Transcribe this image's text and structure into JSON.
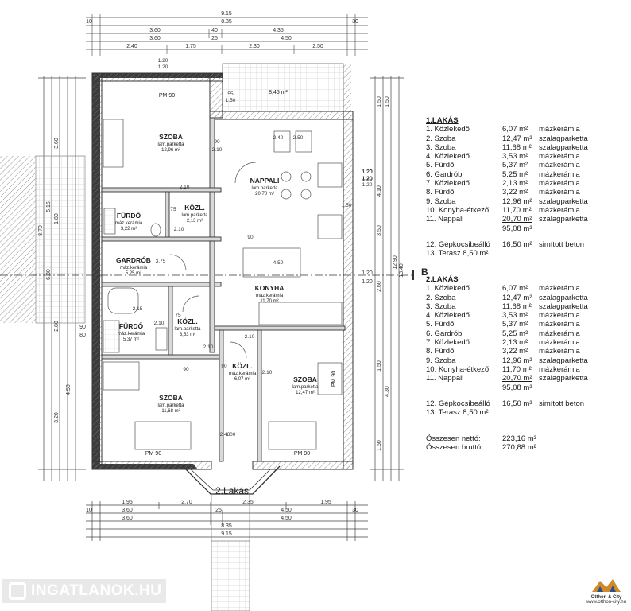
{
  "dims": {
    "top": [
      "9.15",
      "8.35",
      "3.60",
      "40",
      "4.35",
      "3.60",
      "25",
      "4.50",
      "2.40",
      "1.75",
      "2.30",
      "2.50",
      "10",
      "30"
    ],
    "bottom": [
      "1.95",
      "2.70",
      "2.35",
      "1.95",
      "3.60",
      "25",
      "4.50",
      "3.60",
      "4.50",
      "8.35",
      "9.15",
      "10",
      "30"
    ],
    "left": [
      "3.60",
      "5.15",
      "8.70",
      "1.80",
      "6.30",
      "2.80",
      "3.20",
      "4.50",
      "90",
      "80"
    ],
    "right": [
      "1.50",
      "1.50",
      "1.20",
      "4.10",
      "3.50",
      "2.60",
      "12.90",
      "13.40",
      "1.20",
      "1.20",
      "1.20",
      "1.50",
      "4.30",
      "1.50"
    ],
    "misc": [
      "1.20",
      "1.20",
      "55",
      "1.50",
      "1.20",
      "1.20",
      "90",
      "2.10",
      "2.40",
      "2.50",
      "1.20",
      "1.20",
      "75",
      "2.10",
      "2.10",
      "3.75",
      "4.50",
      "2.15",
      "75",
      "2.10",
      "2.10",
      "90",
      "2.10",
      "90",
      "2.10",
      "1.00",
      "2.40",
      "90",
      "1.50"
    ]
  },
  "rooms": [
    {
      "name": "SZOBA",
      "mat": "lam.parketta",
      "area": "12,96 m²"
    },
    {
      "name": "NAPPALI",
      "mat": "lam.parketta",
      "area": "20,70 m²"
    },
    {
      "name": "FÜRDŐ",
      "mat": "máz.kerámia",
      "area": "3,22 m²"
    },
    {
      "name": "KÖZL.",
      "mat": "lam.parketta",
      "area": "2,13 m²"
    },
    {
      "name": "GARDRÓB",
      "mat": "máz.kerámia",
      "area": "5,25 m²"
    },
    {
      "name": "KONYHA",
      "mat": "máz.kerámia",
      "area": "11,70 m²"
    },
    {
      "name": "FÜRDŐ",
      "mat": "máz.kerámia",
      "area": "5,37 m²"
    },
    {
      "name": "KÖZL.",
      "mat": "lam.parketta",
      "area": "3,53 m²"
    },
    {
      "name": "KÖZL.",
      "mat": "máz.kerámia",
      "area": "6,07 m²"
    },
    {
      "name": "SZOBA",
      "mat": "lam.parketta",
      "area": "12,47 m²"
    },
    {
      "name": "SZOBA",
      "mat": "lam.parketta",
      "area": "11,68 m²"
    }
  ],
  "plan_labels": {
    "pm_top": "PM 90",
    "pm_bl": "PM 90",
    "pm_br": "PM 90",
    "terrace_area": "8,45 m²",
    "lakas2": "2.Lakás",
    "section_mark": "B",
    "pm_r": "PM 90"
  },
  "table1": {
    "title": "1.LAKÁS",
    "rows": [
      [
        "1. Közlekedő",
        "6,07 m²",
        "mázkerámia"
      ],
      [
        "2. Szoba",
        "12,47 m²",
        "szalagparketta"
      ],
      [
        "3. Szoba",
        "11,68 m²",
        "szalagparketta"
      ],
      [
        "4. Közlekedő",
        "3,53 m²",
        "mázkerámia"
      ],
      [
        "5. Fürdő",
        "5,37 m²",
        "mázkerámia"
      ],
      [
        "6. Gardrób",
        "5,25 m²",
        "mázkerámia"
      ],
      [
        "7. Közlekedő",
        "2,13 m²",
        "mázkerámia"
      ],
      [
        "8. Fürdő",
        "3,22 m²",
        "mázkerámia"
      ],
      [
        "9. Szoba",
        "12,96 m²",
        "szalagparketta"
      ],
      [
        "10. Konyha-étkező",
        "11,70 m²",
        "mázkerámia"
      ],
      [
        "11. Nappali",
        "20,70 m²",
        "szalagparketta"
      ]
    ],
    "total": "95,08 m²",
    "extra1": [
      "12. Gépkocsibeálló",
      "16,50 m²",
      "simított beton"
    ],
    "extra2": "13. Terasz  8,50 m²"
  },
  "table2": {
    "title": "2.LAKÁS",
    "rows": [
      [
        "1. Közlekedő",
        "6,07 m²",
        "mázkerámia"
      ],
      [
        "2. Szoba",
        "12,47 m²",
        "szalagparketta"
      ],
      [
        "3. Szoba",
        "11,68 m²",
        "szalagparketta"
      ],
      [
        "4. Közlekedő",
        "3,53 m²",
        "mázkerámia"
      ],
      [
        "5. Fürdő",
        "5,37 m²",
        "mázkerámia"
      ],
      [
        "6. Gardrób",
        "5,25 m²",
        "mázkerámia"
      ],
      [
        "7. Közlekedő",
        "2,13 m²",
        "mázkerámia"
      ],
      [
        "8. Fürdő",
        "3,22 m²",
        "mázkerámia"
      ],
      [
        "9. Szoba",
        "12,96 m²",
        "szalagparketta"
      ],
      [
        "10. Konyha-étkező",
        "11,70 m²",
        "mázkerámia"
      ],
      [
        "11. Nappali",
        "20,70 m²",
        "szalagparketta"
      ]
    ],
    "total": "95,08 m²",
    "extra1": [
      "12. Gépkocsibeálló",
      "16,50 m²",
      "simított beton"
    ],
    "extra2": "13. Terasz  8,50 m²"
  },
  "summary": {
    "netto_label": "Összesen nettó:",
    "netto": "223,16 m²",
    "brutto_label": "Összesen bruttó:",
    "brutto": "270,88 m²"
  },
  "watermark": "INGATLANOK.HU",
  "brand": {
    "name": "Otthon & City",
    "url": "www.otthon-city.hu"
  },
  "colors": {
    "wall": "#3a3a3a",
    "hatch": "#888888",
    "line": "#555555",
    "accent": "#b02020"
  }
}
